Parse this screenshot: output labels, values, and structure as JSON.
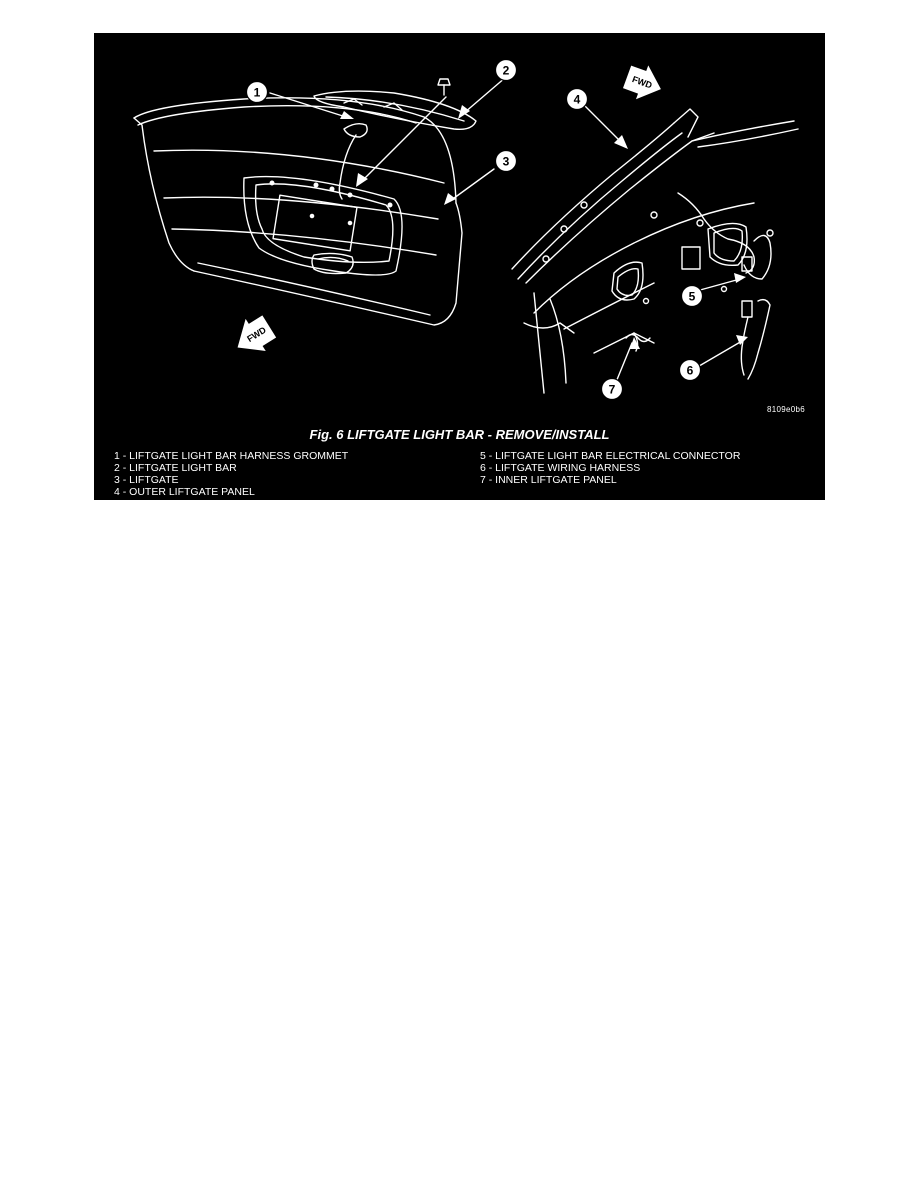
{
  "figure": {
    "id_code": "8109e0b6",
    "caption": "Fig. 6 LIFTGATE LIGHT BAR - REMOVE/INSTALL",
    "fwd_label": "FWD",
    "callouts": [
      "1",
      "2",
      "3",
      "4",
      "5",
      "6",
      "7"
    ],
    "legend_left": [
      "1 - LIFTGATE LIGHT BAR HARNESS GROMMET",
      "2 - LIFTGATE LIGHT BAR",
      "3 - LIFTGATE",
      "4 - OUTER LIFTGATE PANEL"
    ],
    "legend_right": [
      "5 - LIFTGATE LIGHT BAR ELECTRICAL CONNECTOR",
      "6 - LIFTGATE WIRING HARNESS",
      "7 - INNER LIFTGATE PANEL"
    ],
    "colors": {
      "background": "#000000",
      "line": "#ffffff",
      "page": "#ffffff"
    }
  }
}
